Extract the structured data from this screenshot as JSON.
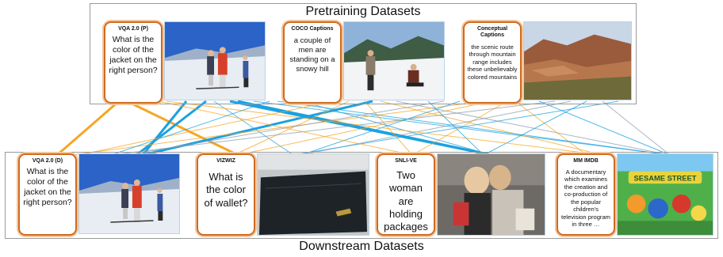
{
  "pretraining": {
    "title": "Pretraining Datasets",
    "items": [
      {
        "name": "VQA 2.0 (P)",
        "text": "What is the color of the jacket on the right person?"
      },
      {
        "name": "COCO Captions",
        "text": "a couple of men are standing on a snowy hill"
      },
      {
        "name": "Conceptual Captions",
        "text": "the scenic route through mountain range includes these unbelievably colored mountains"
      }
    ]
  },
  "downstream": {
    "title": "Downstream Datasets",
    "items": [
      {
        "name": "VQA 2.0 (D)",
        "text": "What is the color of the jacket on the right person?"
      },
      {
        "name": "VIZWIZ",
        "text": "What is the color of wallet?"
      },
      {
        "name": "SNLI-VE",
        "text": "Two woman are holding packages"
      },
      {
        "name": "MM IMDB",
        "text": "A documentary which examines the creation and co-production of the popular children's television program in three …"
      }
    ]
  },
  "colors": {
    "orange": "#f5a623",
    "blue": "#1ba1e2",
    "gray": "#8a9bb0",
    "card_border": "#d06a20"
  },
  "image_logo_text": "SESAME STREET"
}
